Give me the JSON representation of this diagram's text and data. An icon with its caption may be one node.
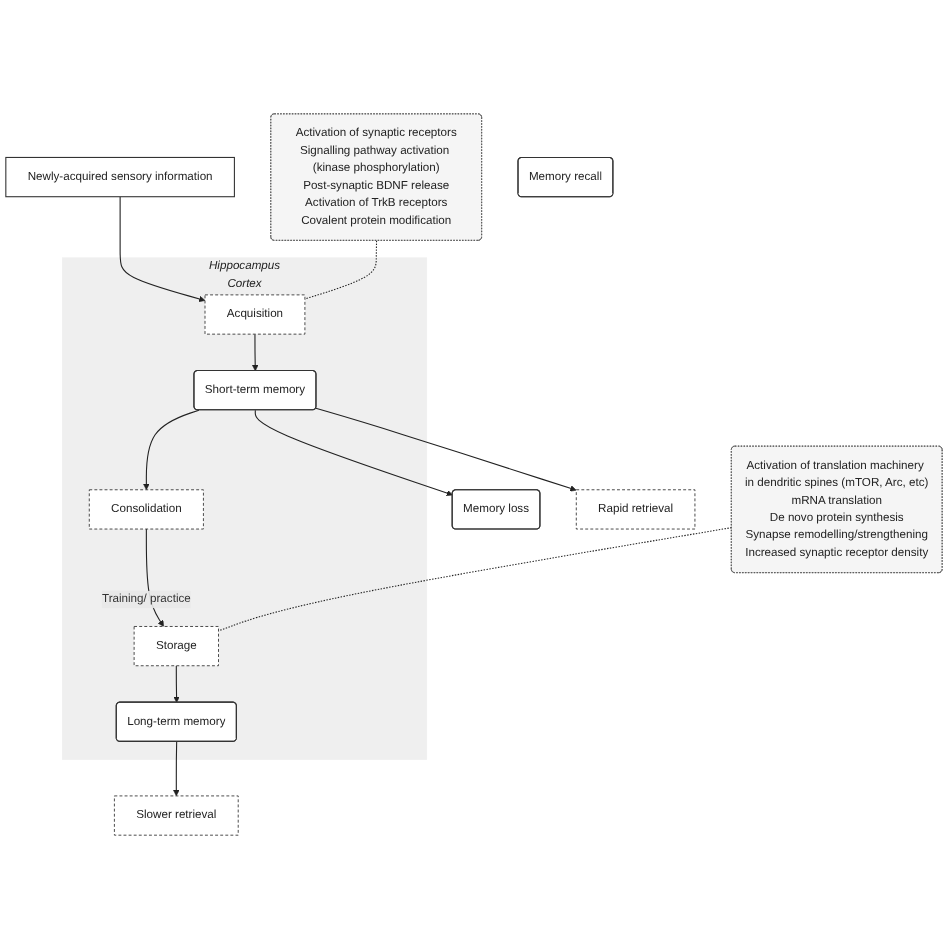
{
  "diagram": {
    "nodes": [
      {
        "text": [
          "Newly-acquired sensory information"
        ]
      },
      {
        "text": [
          "Hippocampus",
          "Cortex"
        ]
      },
      {
        "text": [
          "Activation of synaptic receptors",
          "Signalling pathway activation (kinase phosphorylation)",
          "Post-synaptic BDNF release",
          "Activation of TrkB receptors",
          "Covalent protein modification"
        ]
      },
      {
        "text": [
          "Acquisition"
        ],
        "in": 1
      },
      {
        "text": [
          "Short-term memory"
        ],
        "in": 1
      },
      {
        "text": [
          "Memory loss"
        ]
      },
      {
        "text": [
          "Consolidation"
        ],
        "in": 1
      },
      {
        "text": [
          "Storage"
        ],
        "in": 1
      },
      {
        "text": [
          "Long-term memory"
        ],
        "in": 1
      },
      {
        "text": [
          "Rapid retrieval"
        ]
      },
      {
        "text": [
          "Memory recall"
        ]
      },
      {
        "text": [
          "Slower retrieval"
        ]
      },
      {
        "text": [
          "Activation of translation machinery in dendritic spines (mTOR, Arc, etc)",
          "mRNA translation",
          "De novo protein synthesis",
          "Synapse remodelling/strengthening",
          "Increased synaptic receptor density"
        ]
      }
    ],
    "edges": [
      {
        "from": 0,
        "to": 3,
        "arrow": "to"
      },
      {
        "from": 2,
        "to": 3,
        "arrow": "none",
        "style": "dashed"
      },
      {
        "from": 3,
        "to": 4,
        "arrow": "to"
      },
      {
        "from": 4,
        "to": 5,
        "arrow": "to"
      },
      {
        "from": 4,
        "to": 9,
        "arrow": "to"
      },
      {
        "from": 4,
        "to": 6,
        "arrow": "to"
      },
      {
        "from": 6,
        "to": 7,
        "arrow": "to",
        "label": "Training/ practice"
      },
      {
        "from": 7,
        "to": 8,
        "arrow": "to"
      },
      {
        "from": 8,
        "to": 11,
        "arrow": "to"
      },
      {
        "from": 12,
        "to": 7,
        "arrow": "none",
        "style": "dashed"
      }
    ]
  }
}
